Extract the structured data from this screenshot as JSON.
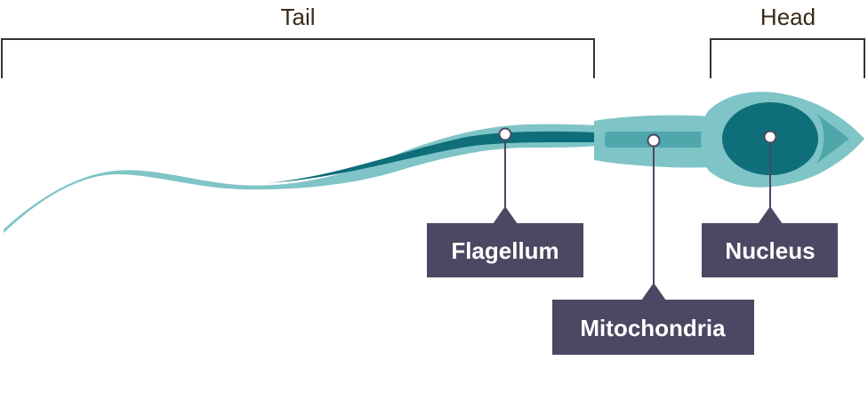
{
  "regions": {
    "tail": "Tail",
    "head": "Head"
  },
  "callouts": {
    "flagellum": "Flagellum",
    "mitochondria": "Mitochondria",
    "nucleus": "Nucleus"
  },
  "colors": {
    "body_light": "#7fc4c6",
    "body_mid": "#4fa6ab",
    "body_dark": "#0e6e7a",
    "label_box": "#4a4862",
    "bracket": "#333333",
    "leader_line": "#4a4862"
  }
}
